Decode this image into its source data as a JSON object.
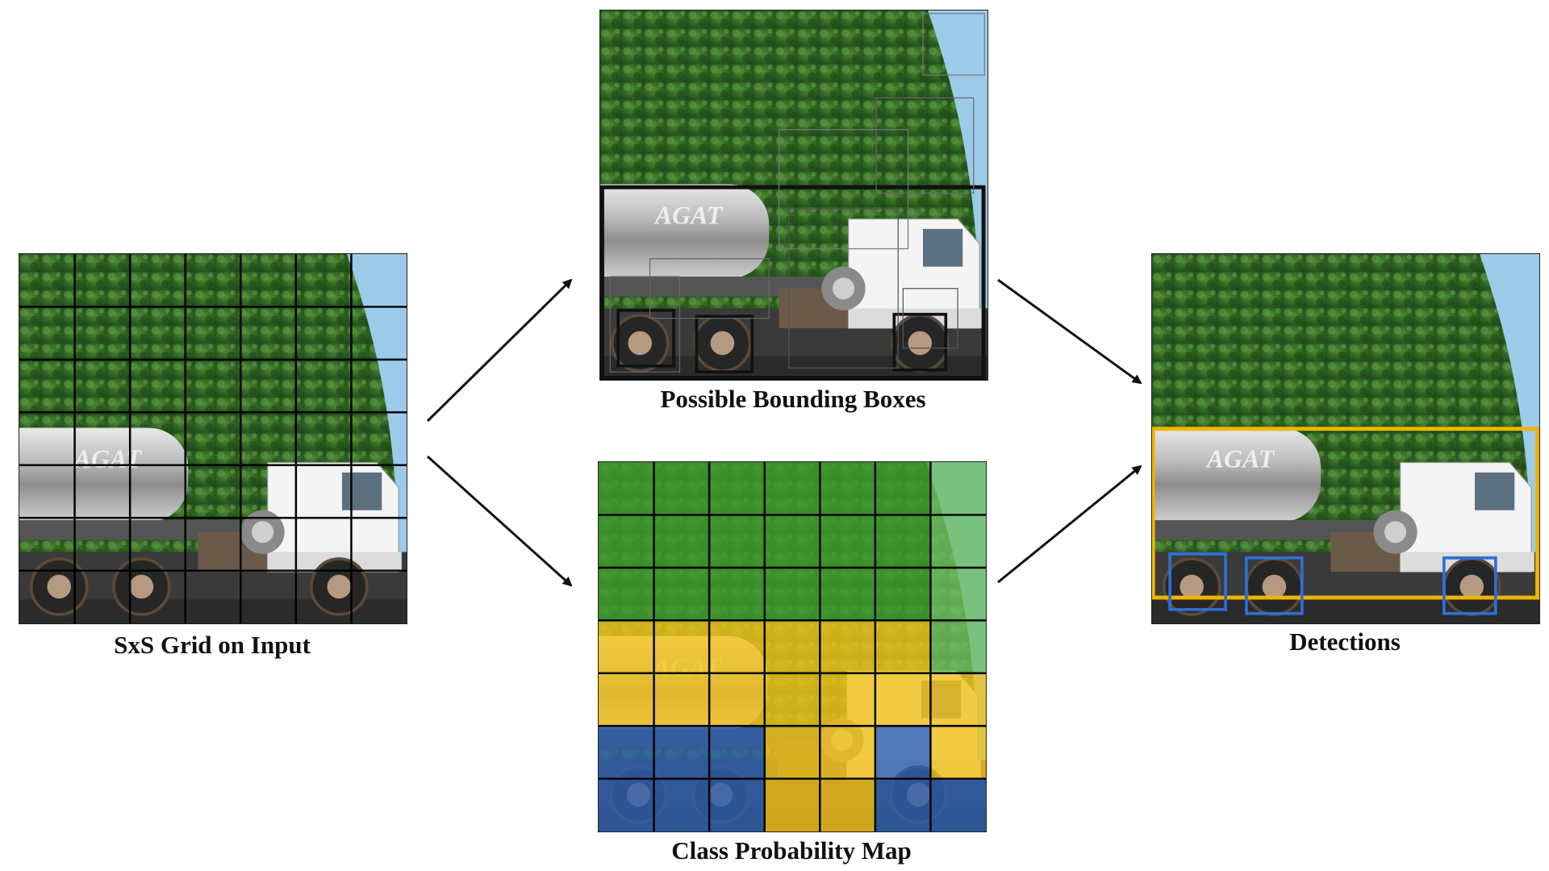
{
  "panels": {
    "input": {
      "label": "SxS Grid on Input"
    },
    "bboxes": {
      "label": "Possible Bounding Boxes"
    },
    "probmap": {
      "label": "Class Probability Map"
    },
    "detections": {
      "label": "Detections"
    }
  },
  "grid": {
    "rows": 7,
    "cols": 7
  },
  "class_probability_rows": [
    [
      "green",
      "green",
      "green",
      "green",
      "green",
      "green",
      "lightgreen"
    ],
    [
      "green",
      "green",
      "green",
      "green",
      "green",
      "green",
      "lightgreen"
    ],
    [
      "green",
      "green",
      "green",
      "green",
      "green",
      "green",
      "lightgreen"
    ],
    [
      "yellow",
      "yellow",
      "yellow",
      "yellow",
      "yellow",
      "yellow",
      "lightgreen"
    ],
    [
      "yellow",
      "yellow",
      "yellow",
      "yellow",
      "yellow",
      "yellow",
      "yellow"
    ],
    [
      "blue",
      "blue",
      "blue",
      "yellow",
      "yellow",
      "blue",
      "yellow"
    ],
    [
      "blue",
      "blue",
      "blue",
      "yellow",
      "yellow",
      "blue",
      "blue"
    ]
  ],
  "colors": {
    "green": "#3f9a2e",
    "lightgreen": "#6fbf62",
    "yellow": "#f2c21b",
    "blue": "#2f5fae",
    "detection_truck": "#f0b400",
    "detection_wheel": "#2f6fd6",
    "sky": "#9ccbea",
    "foliage": "#2f6b22",
    "road": "#4a4a4a"
  },
  "scene_text": {
    "tank_brand": "AGAT"
  }
}
